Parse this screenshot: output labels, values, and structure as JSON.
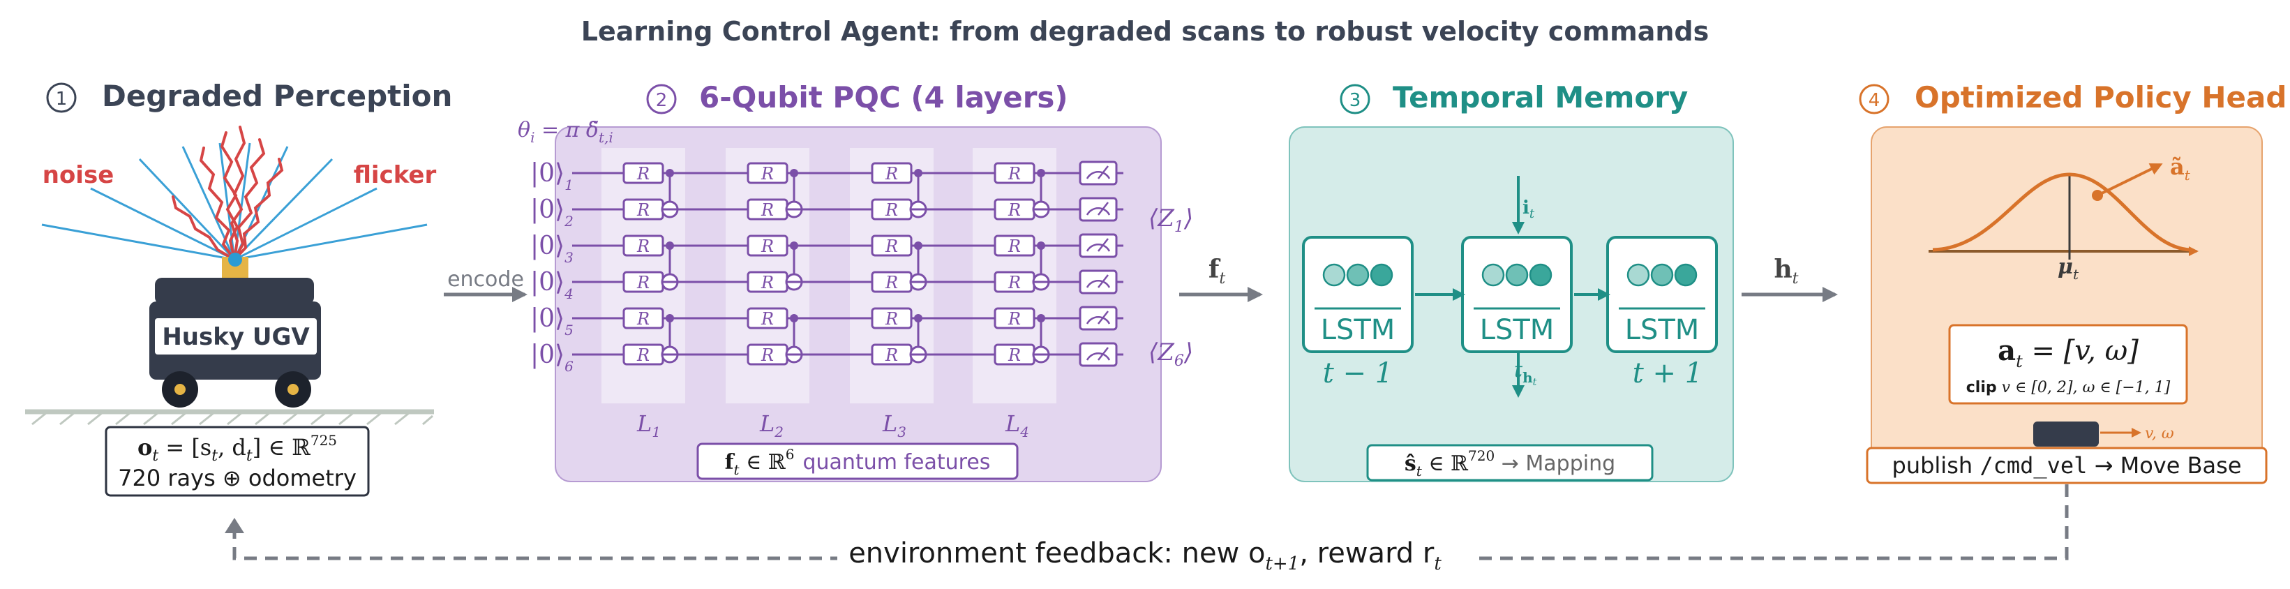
{
  "title": "Learning Control Agent: from degraded scans to robust velocity commands",
  "colors": {
    "dark": "#3b4455",
    "purple": "#7b4fa8",
    "purple_fill": "#e3d6ef",
    "teal": "#1f8f86",
    "teal_fill": "#d5ece9",
    "orange": "#d8732a",
    "orange_fill": "#fbe0c8",
    "red": "#d64545",
    "blue": "#3aa0d6",
    "gray": "#777b84"
  },
  "panel1": {
    "num": "1",
    "title": "Degraded Perception",
    "noise": "noise",
    "flicker": "flicker",
    "robot": "Husky UGV",
    "obs_line1": "o",
    "obs_line1_sub": "t",
    "obs_line1_rest": " = [s",
    "obs_line1_rest_sub": "t",
    "obs_line1_mid": ", d",
    "obs_line1_mid_sub": "t",
    "obs_line1_end": "] ∈ ℝ",
    "obs_line1_sup": "725",
    "obs_line2": "720 rays ⊕ odometry"
  },
  "encode_label": "encode",
  "panel2": {
    "num": "2",
    "title": "6-Qubit PQC  (4 layers)",
    "angle_label": "θ",
    "angle_sub": "i",
    "angle_rest": " = π δ̃",
    "angle_rest_sub": "t,i",
    "qubit_kets": [
      "|0⟩",
      "|0⟩",
      "|0⟩",
      "|0⟩",
      "|0⟩",
      "|0⟩"
    ],
    "qubit_idx": [
      "1",
      "2",
      "3",
      "4",
      "5",
      "6"
    ],
    "gate_label": "R",
    "layers": [
      "L",
      "L",
      "L",
      "L"
    ],
    "layer_subs": [
      "1",
      "2",
      "3",
      "4"
    ],
    "z1": "⟨Z",
    "z1_sub": "1",
    "z6": "⟨Z",
    "z6_sub": "6",
    "z_close": "⟩",
    "feat_f": "f",
    "feat_sub": "t",
    "feat_rest": " ∈ ℝ",
    "feat_sup": "6",
    "feat_text": "quantum features"
  },
  "ft_label": "f",
  "ft_sub": "t",
  "panel3": {
    "num": "3",
    "title": "Temporal Memory",
    "cells": [
      "LSTM",
      "LSTM",
      "LSTM"
    ],
    "t_prev": "t − 1",
    "t_next": "t + 1",
    "i_label": "i",
    "i_sub": "t",
    "t_label": "t",
    "h_label": "h",
    "h_sub": "t",
    "state_s": "ŝ",
    "state_sub": "t",
    "state_rest": " ∈ ℝ",
    "state_sup": "720",
    "state_text": " → Mapping"
  },
  "ht_label": "h",
  "ht_sub": "t",
  "panel4": {
    "num": "4",
    "title": "Optimized Policy Head",
    "mu": "μ",
    "mu_sub": "t",
    "a_tilde": "ã",
    "a_tilde_sub": "t",
    "action_a": "a",
    "action_sub": "t",
    "action_rest": " = [v, ω]",
    "clip_word": "clip",
    "clip_rest": " v ∈ [0, 2], ω ∈ [−1, 1]",
    "vw": "v, ω",
    "publish_pre": "publish ",
    "publish_topic": "/cmd_vel",
    "publish_post": " → Move Base"
  },
  "feedback": {
    "text": "environment feedback: new o",
    "o_sub": "t+1",
    "reward": ", reward r",
    "r_sub": "t"
  }
}
